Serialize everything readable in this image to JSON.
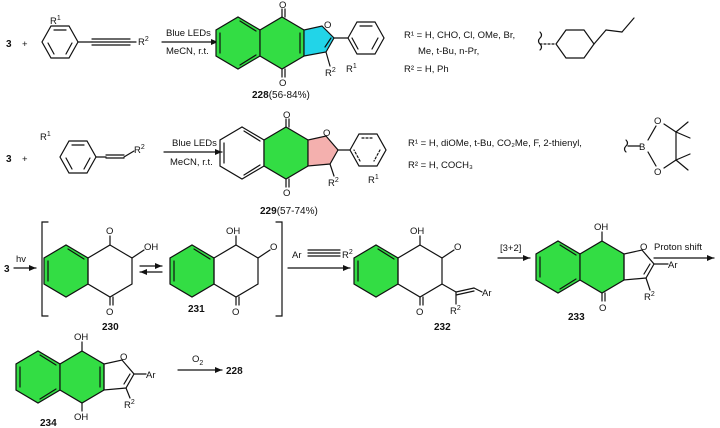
{
  "colors": {
    "green_ring": "#33dd44",
    "cyan_ring": "#22d4e8",
    "pink_ring": "#f4b0ae",
    "ink": "#111111"
  },
  "row1": {
    "reagent_number": "3",
    "plus": "+",
    "sub_r1": "R",
    "sub_r1_sup": "1",
    "sub_r2": "R",
    "sub_r2_sup": "2",
    "cond_top": "Blue LEDs",
    "cond_bottom": "MeCN, r.t.",
    "product_label_bold": "228",
    "product_label_yield": "(56-84%)",
    "r2_label": "R",
    "r2_sup": "2",
    "r1_label": "R",
    "r1_sup": "1",
    "legend_r1_line1": "R¹ = H, CHO, Cl, OMe, Br,",
    "legend_r1_line2": "Me, t-Bu, n-Pr,",
    "legend_r2": "R² = H, Ph"
  },
  "row2": {
    "reagent_number": "3",
    "plus": "+",
    "sub_r1": "R",
    "sub_r1_sup": "1",
    "sub_r2": "R",
    "sub_r2_sup": "2",
    "cond_top": "Blue LEDs",
    "cond_bottom": "MeCN, r.t.",
    "product_label_bold": "229",
    "product_label_yield": "(57-74%)",
    "legend_r1": "R¹ = H, diOMe, t-Bu, CO₂Me, F, 2-thienyl,",
    "legend_r2": "R² = H, COCH₃",
    "boron_label": "B",
    "boron_o1": "O",
    "boron_o2": "O"
  },
  "mechanism": {
    "start": "3",
    "hv": "hv",
    "c230": "230",
    "c231": "231",
    "c232": "232",
    "c233": "233",
    "c234": "234",
    "oh": "OH",
    "o_rad": "O",
    "o": "O",
    "ar": "Ar",
    "r2": "R",
    "r2_sup": "2",
    "step_32": "[3+2]",
    "proton_shift": "Proton shift",
    "o2": "O",
    "o2_sub": "2",
    "final": "228"
  }
}
